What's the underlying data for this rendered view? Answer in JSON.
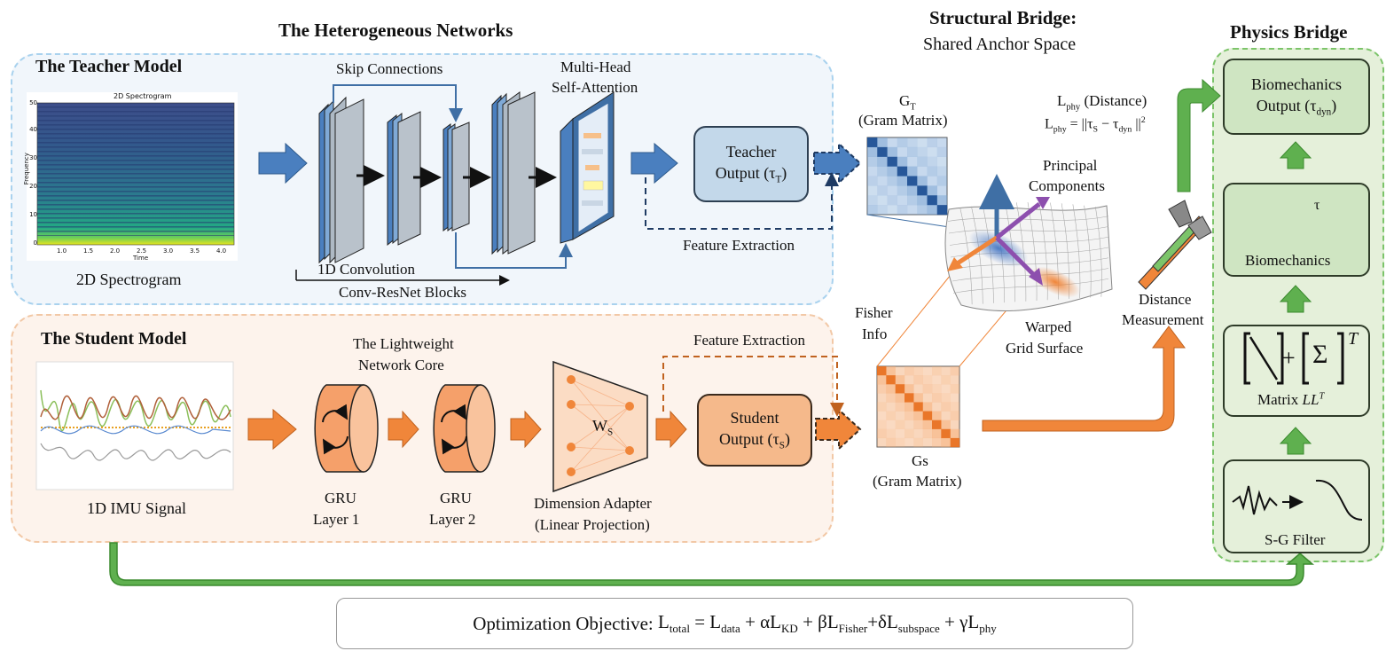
{
  "titles": {
    "heterogeneous": "The Heterogeneous Networks",
    "structural_bridge_line1": "Structural Bridge:",
    "structural_bridge_line2": "Shared Anchor Space",
    "physics_bridge": "Physics Bridge",
    "teacher_model": "The Teacher Model",
    "student_model": "The Student Model"
  },
  "teacher": {
    "spectrogram_title": "2D Spectrogram",
    "spectrogram_caption": "2D Spectrogram",
    "spectrogram_ylabel": "Frequency",
    "spectrogram_xlabel": "Time",
    "spectrogram_yticks": [
      "0",
      "10",
      "20",
      "30",
      "40",
      "50"
    ],
    "spectrogram_xticks": [
      "1.0",
      "1.5",
      "2.0",
      "2.5",
      "3.0",
      "3.5",
      "4.0"
    ],
    "skip_connections": "Skip Connections",
    "conv_1d": "1D Convolution",
    "conv_resnet": "Conv-ResNet Blocks",
    "mhsa_line1": "Multi-Head",
    "mhsa_line2": "Self-Attention",
    "output_line1": "Teacher",
    "output_line2": "Output (τ",
    "output_sub": "T",
    "output_close": ")",
    "feature_extraction": "Feature Extraction"
  },
  "student": {
    "imu_caption": "1D IMU Signal",
    "core_line1": "The Lightweight",
    "core_line2": "Network Core",
    "gru1_line1": "GRU",
    "gru1_line2": "Layer 1",
    "gru2_line1": "GRU",
    "gru2_line2": "Layer 2",
    "adapter_line1": "Dimension Adapter",
    "adapter_line2": "(Linear Projection)",
    "adapter_symbol": "W",
    "adapter_sub": "S",
    "output_line1": "Student",
    "output_line2": "Output (τ",
    "output_sub": "S",
    "output_close": ")",
    "feature_extraction": "Feature Extraction"
  },
  "bridge": {
    "gt_symbol": "G",
    "gt_sub": "T",
    "gt_caption": "(Gram Matrix)",
    "gs_symbol": "Gs",
    "gs_caption": "(Gram Matrix)",
    "principal_line1": "Principal",
    "principal_line2": "Components",
    "fisher_line1": "Fisher",
    "fisher_line2": "Info",
    "warped_line1": "Warped",
    "warped_line2": "Grid Surface",
    "lphy_distance": "(Distance)",
    "distance_line1": "Distance",
    "distance_line2": "Measurement"
  },
  "physics": {
    "output_line1": "Biomechanics",
    "output_line2": "Output (τ",
    "output_sub": "dyn",
    "output_close": ")",
    "biomechanics": "Biomechanics",
    "tau_symbol": "τ",
    "matrix_label": "Matrix",
    "matrix_ll": "LL",
    "matrix_T": "T",
    "sg_filter": "S-G Filter"
  },
  "objective": {
    "label": "Optimization Objective:"
  },
  "colors": {
    "teacher_blue": "#4a7fbf",
    "student_orange": "#f0863a",
    "physics_green": "#5fb04f",
    "dark_blue": "#1f3b63"
  }
}
